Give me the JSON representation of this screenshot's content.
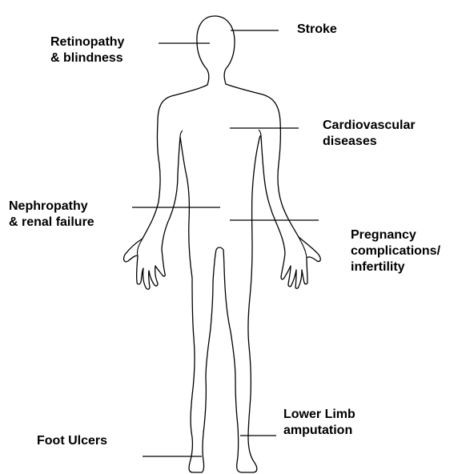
{
  "labels": {
    "stroke": [
      "Stroke"
    ],
    "retinopathy": [
      "Retinopathy",
      "& blindness"
    ],
    "cardiovascular": [
      "Cardiovascular",
      "diseases"
    ],
    "nephropathy": [
      "Nephropathy",
      "& renal failure"
    ],
    "pregnancy": [
      "Pregnancy",
      "complications/",
      "infertility"
    ],
    "lower_limb": [
      "Lower Limb",
      "amputation"
    ],
    "foot_ulcers": [
      "Foot Ulcers"
    ]
  },
  "colors": {
    "outline": "#000000",
    "leader_line": "#000000",
    "text": "#000000",
    "background": "#ffffff"
  }
}
